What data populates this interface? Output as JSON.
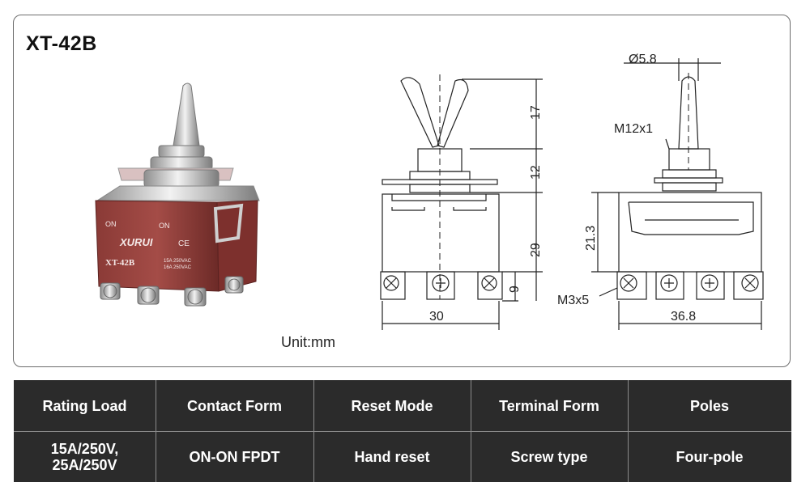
{
  "model": "XT-42B",
  "unit_label": "Unit:mm",
  "photo": {
    "label_on_left": "ON",
    "label_on_right": "ON",
    "brand": "XURUI",
    "model_print": "XT-42B",
    "rating_line_1": "15A 250VAC",
    "rating_line_2": "16A 250VAC",
    "ce_mark": "CE"
  },
  "dimensions": {
    "shaft_diameter": "Ø5.8",
    "thread": "M12x1",
    "screw": "M3x5",
    "lever_height": "17",
    "bushing_height": "12",
    "body_height": "29",
    "terminal_height": "9",
    "body_width": "30",
    "side_height": "21.3",
    "side_width": "36.8"
  },
  "specs": {
    "headers": [
      "Rating Load",
      "Contact Form",
      "Reset Mode",
      "Terminal Form",
      "Poles"
    ],
    "values": [
      "15A/250V,\n25A/250V",
      "ON-ON FPDT",
      "Hand reset",
      "Screw type",
      "Four-pole"
    ]
  }
}
